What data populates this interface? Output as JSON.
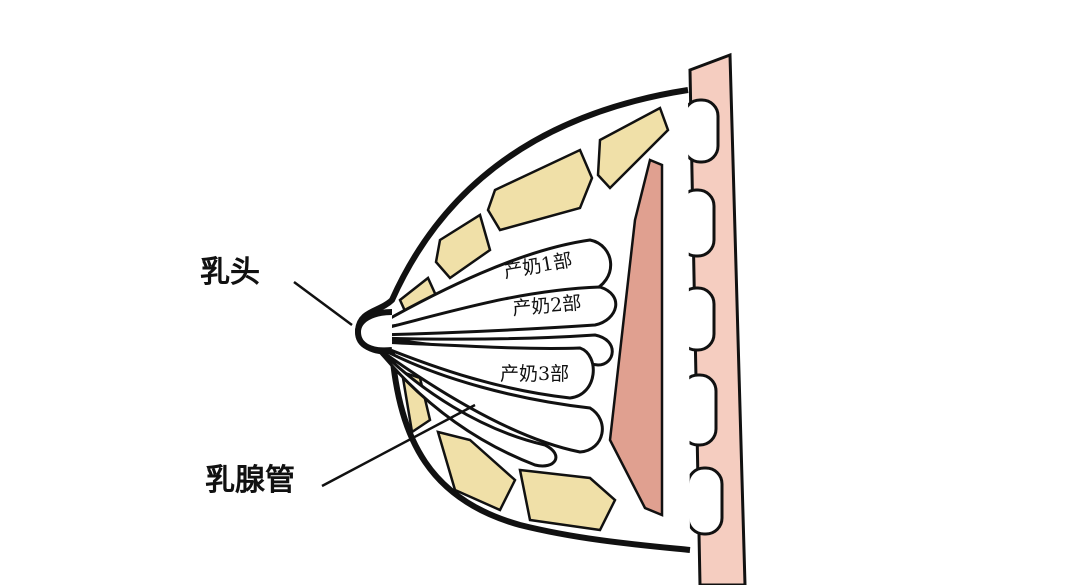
{
  "labels": {
    "nipple": "乳头",
    "milk_duct": "乳腺管",
    "lobe_1": "产奶1部",
    "lobe_2": "产奶2部",
    "lobe_3": "产奶3部"
  },
  "colors": {
    "fat": "#f0e0a8",
    "muscle": "#e0a090",
    "chest_wall": "#f5cdc0",
    "outline": "#111111"
  }
}
